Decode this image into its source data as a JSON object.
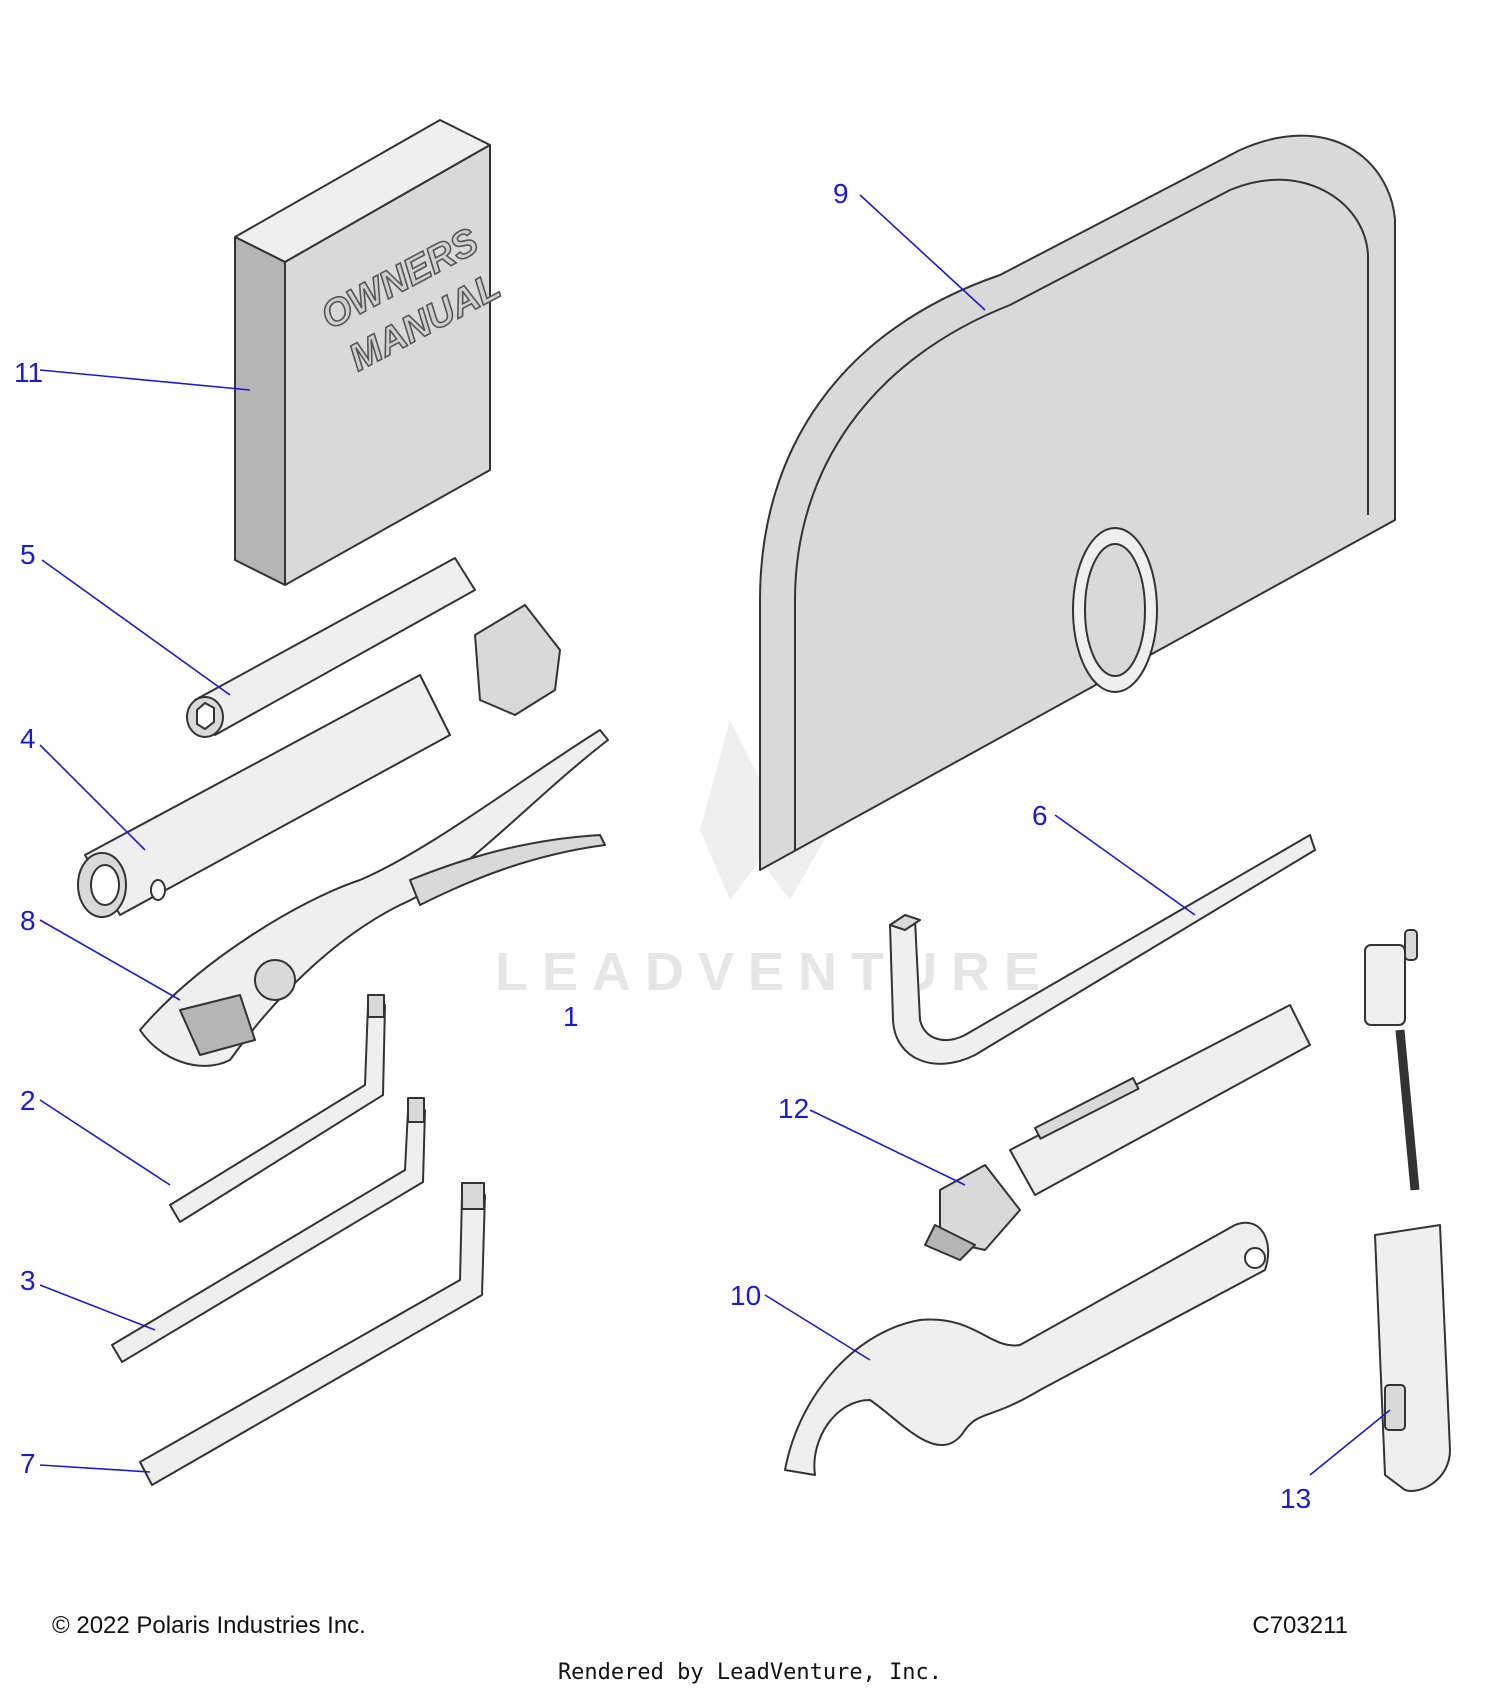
{
  "diagram": {
    "book_title_line1": "OWNERS",
    "book_title_line2": "MANUAL",
    "watermark": "LEADVENTURE",
    "callouts": [
      "1",
      "2",
      "3",
      "4",
      "5",
      "6",
      "7",
      "8",
      "9",
      "10",
      "11",
      "12",
      "13"
    ]
  },
  "footer": {
    "copyright": "© 2022 Polaris Industries Inc.",
    "drawing_number": "C703211",
    "rendered_by": "Rendered by LeadVenture, Inc."
  },
  "colors": {
    "callout": "#1a1ad6",
    "part_fill": "#d9d9d9",
    "outline": "#333333"
  }
}
